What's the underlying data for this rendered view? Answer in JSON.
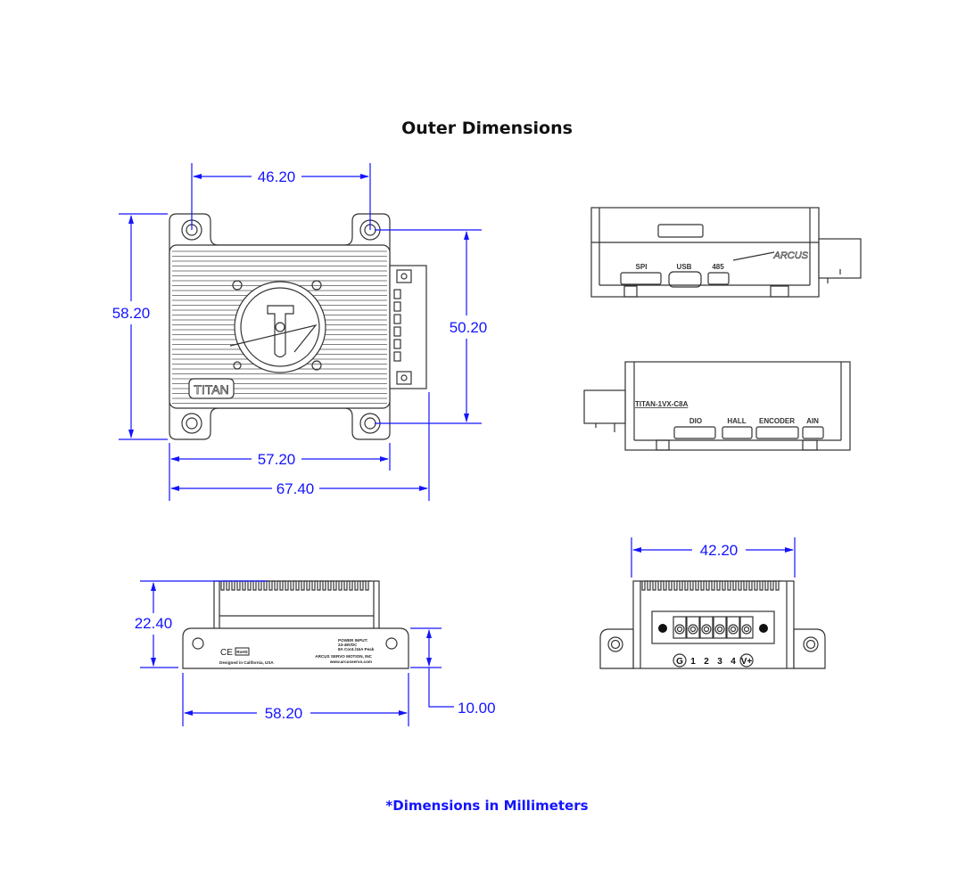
{
  "title": "Outer Dimensions",
  "footnote": "*Dimensions in Millimeters",
  "colors": {
    "dimension": "#1414ff",
    "line": "#333333"
  },
  "top_view": {
    "dimensions": {
      "hole_spacing_x": "46.20",
      "height": "58.20",
      "hole_spacing_y": "50.20",
      "body_width": "57.20",
      "overall_width": "67.40"
    },
    "logo_text": "TITAN"
  },
  "side_view_a": {
    "port_labels": [
      "SPI",
      "USB",
      "485"
    ],
    "brand": "ARCUS"
  },
  "side_view_b": {
    "model": "TITAN-1VX-C8A",
    "port_labels": [
      "DIO",
      "HALL",
      "ENCODER",
      "AIN"
    ]
  },
  "end_view": {
    "dimensions": {
      "height": "22.40",
      "flange_height": "10.00",
      "width": "58.20"
    },
    "label": {
      "power_input": "POWER INPUT:",
      "voltage": "24-48VDC",
      "current": "8A Cont./16A Peak",
      "company": "ARCUS SERVO MOTION, INC",
      "website": "www.arcusservo.com",
      "designed": "Designed in California, USA",
      "ce": "CE",
      "rohs": "RoHS"
    }
  },
  "front_view": {
    "dimensions": {
      "width": "42.20"
    },
    "terminal_labels": [
      "G",
      "1",
      "2",
      "3",
      "4",
      "V+"
    ]
  }
}
